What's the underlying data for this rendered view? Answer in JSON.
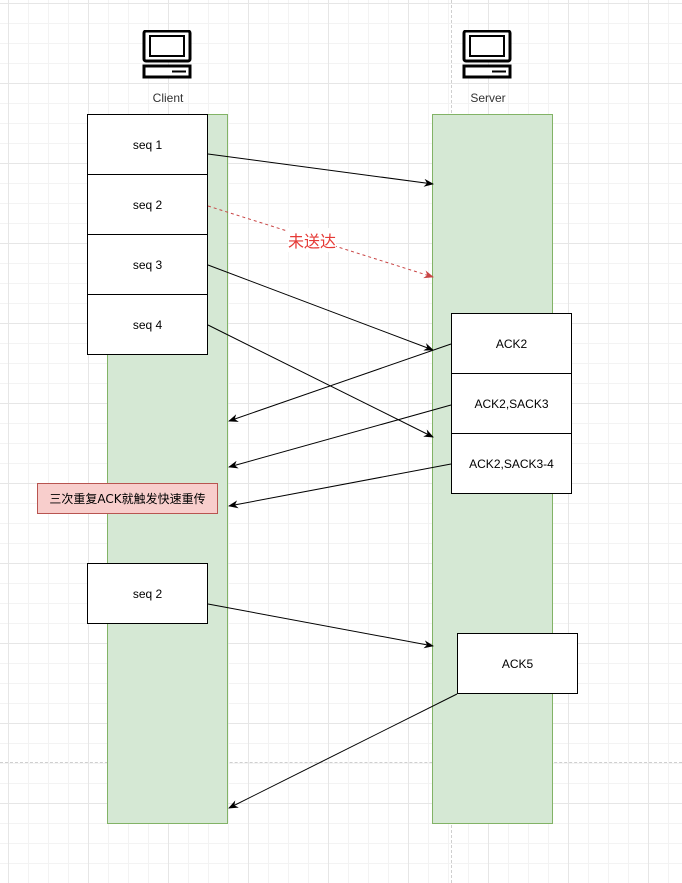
{
  "client": {
    "label": "Client",
    "icon": "computer-icon"
  },
  "server": {
    "label": "Server",
    "icon": "computer-icon"
  },
  "client_packets": [
    "seq 1",
    "seq 2",
    "seq 3",
    "seq 4"
  ],
  "retransmit_packet": "seq 2",
  "server_acks": [
    "ACK2",
    "ACK2,SACK3",
    "ACK2,SACK3-4"
  ],
  "final_ack": "ACK5",
  "lost_label": "未送达",
  "note": "三次重复ACK就触发快速重传",
  "colors": {
    "lane_fill": "#d5e8d4",
    "lane_border": "#82b366",
    "note_fill": "#f8cecc",
    "note_border": "#b85450",
    "lost_arrow": "#e05252"
  }
}
